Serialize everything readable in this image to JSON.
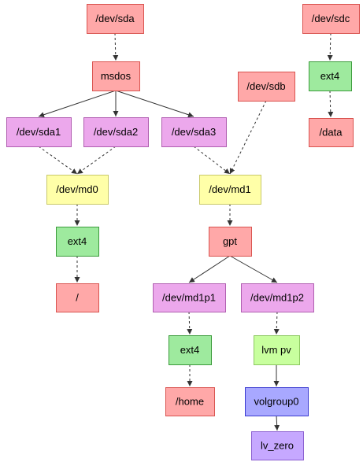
{
  "diagram": {
    "type": "block-device-tree",
    "kinds": {
      "disk": {
        "fill": "#ffa8a8",
        "stroke": "#d9534f"
      },
      "partition": {
        "fill": "#eca8ec",
        "stroke": "#b05fb0"
      },
      "raid": {
        "fill": "#ffffa8",
        "stroke": "#c9c96a"
      },
      "fs": {
        "fill": "#9eea9e",
        "stroke": "#3c9b3c"
      },
      "mount": {
        "fill": "#ffa8a8",
        "stroke": "#d9534f"
      },
      "table": {
        "fill": "#ffa8a8",
        "stroke": "#d9534f"
      },
      "lvm_pv": {
        "fill": "#c8ff9e",
        "stroke": "#8cc860"
      },
      "vg": {
        "fill": "#a8a8ff",
        "stroke": "#3a3ad0"
      },
      "lv": {
        "fill": "#c6a8ff",
        "stroke": "#8a5fd0"
      }
    },
    "nodes": [
      {
        "id": "sda",
        "label": "/dev/sda",
        "kind": "disk"
      },
      {
        "id": "msdos",
        "label": "msdos",
        "kind": "table"
      },
      {
        "id": "sda1",
        "label": "/dev/sda1",
        "kind": "partition"
      },
      {
        "id": "sda2",
        "label": "/dev/sda2",
        "kind": "partition"
      },
      {
        "id": "sda3",
        "label": "/dev/sda3",
        "kind": "partition"
      },
      {
        "id": "md0",
        "label": "/dev/md0",
        "kind": "raid"
      },
      {
        "id": "ext4a",
        "label": "ext4",
        "kind": "fs"
      },
      {
        "id": "root",
        "label": "/",
        "kind": "mount"
      },
      {
        "id": "sdb",
        "label": "/dev/sdb",
        "kind": "disk"
      },
      {
        "id": "md1",
        "label": "/dev/md1",
        "kind": "raid"
      },
      {
        "id": "gpt",
        "label": "gpt",
        "kind": "table"
      },
      {
        "id": "md1p1",
        "label": "/dev/md1p1",
        "kind": "partition"
      },
      {
        "id": "md1p2",
        "label": "/dev/md1p2",
        "kind": "partition"
      },
      {
        "id": "ext4b",
        "label": "ext4",
        "kind": "fs"
      },
      {
        "id": "home",
        "label": "/home",
        "kind": "mount"
      },
      {
        "id": "lvmpv",
        "label": "lvm pv",
        "kind": "lvm_pv"
      },
      {
        "id": "vg0",
        "label": "volgroup0",
        "kind": "vg"
      },
      {
        "id": "lvzero",
        "label": "lv_zero",
        "kind": "lv"
      },
      {
        "id": "sdc",
        "label": "/dev/sdc",
        "kind": "disk"
      },
      {
        "id": "ext4c",
        "label": "ext4",
        "kind": "fs"
      },
      {
        "id": "data",
        "label": "/data",
        "kind": "mount"
      }
    ],
    "edges": [
      {
        "from": "sda",
        "to": "msdos",
        "style": "dashed"
      },
      {
        "from": "msdos",
        "to": "sda1",
        "style": "solid"
      },
      {
        "from": "msdos",
        "to": "sda2",
        "style": "solid"
      },
      {
        "from": "msdos",
        "to": "sda3",
        "style": "solid"
      },
      {
        "from": "sda1",
        "to": "md0",
        "style": "dashed"
      },
      {
        "from": "sda2",
        "to": "md0",
        "style": "dashed"
      },
      {
        "from": "md0",
        "to": "ext4a",
        "style": "dashed"
      },
      {
        "from": "ext4a",
        "to": "root",
        "style": "dashed"
      },
      {
        "from": "sda3",
        "to": "md1",
        "style": "dashed"
      },
      {
        "from": "sdb",
        "to": "md1",
        "style": "dashed"
      },
      {
        "from": "md1",
        "to": "gpt",
        "style": "dashed"
      },
      {
        "from": "gpt",
        "to": "md1p1",
        "style": "solid"
      },
      {
        "from": "gpt",
        "to": "md1p2",
        "style": "solid"
      },
      {
        "from": "md1p1",
        "to": "ext4b",
        "style": "dashed"
      },
      {
        "from": "ext4b",
        "to": "home",
        "style": "dashed"
      },
      {
        "from": "md1p2",
        "to": "lvmpv",
        "style": "dashed"
      },
      {
        "from": "lvmpv",
        "to": "vg0",
        "style": "solid"
      },
      {
        "from": "vg0",
        "to": "lvzero",
        "style": "solid"
      },
      {
        "from": "sdc",
        "to": "ext4c",
        "style": "dashed"
      },
      {
        "from": "ext4c",
        "to": "data",
        "style": "dashed"
      }
    ]
  }
}
